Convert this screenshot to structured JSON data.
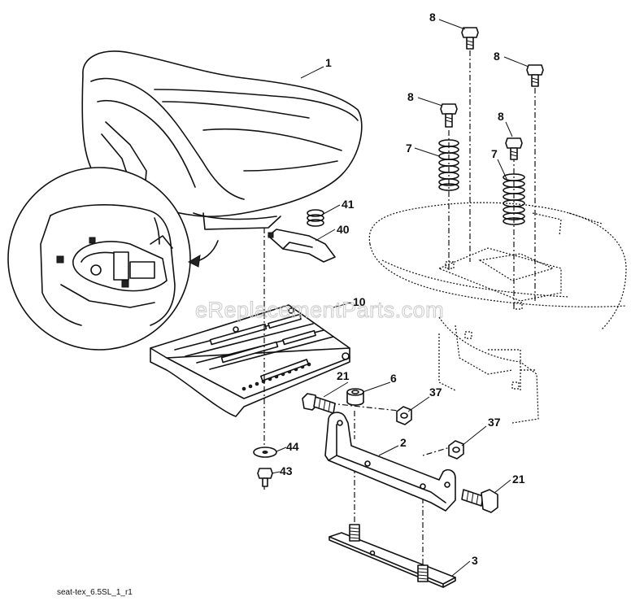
{
  "watermark": "eReplacementParts.com",
  "caption": "seat-tex_6.5SL_1_r1",
  "callouts": {
    "seat": "1",
    "pivot_bracket": "2",
    "plate": "3",
    "bushing": "6",
    "spring_left": "7",
    "spring_right": "7",
    "bolt_a": "8",
    "bolt_b": "8",
    "bolt_c": "8",
    "bolt_d": "8",
    "seat_pan": "10",
    "bolt_21_left": "21",
    "bolt_21_right": "21",
    "nut_37_upper": "37",
    "nut_37_lower": "37",
    "clip": "40",
    "small_spring": "41",
    "screw": "43",
    "washer": "44"
  },
  "colors": {
    "line": "#111111",
    "watermark": "#c9c9c9",
    "background": "#ffffff"
  }
}
